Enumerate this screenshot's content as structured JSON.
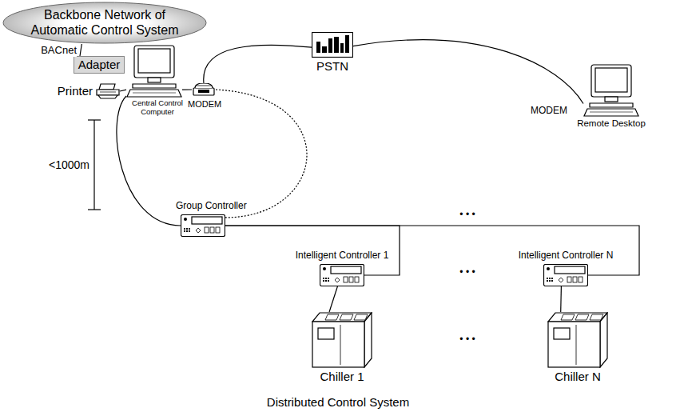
{
  "diagram": {
    "caption": "Distributed Control System",
    "nodes": [
      {
        "text": [
          "Backbone Network of Automatic Control System"
        ]
      },
      {
        "text": [
          "Adapter"
        ]
      },
      {
        "text": [
          "Central Control Computer"
        ]
      },
      {
        "text": [
          "MODEM"
        ]
      },
      {
        "text": [
          "PSTN"
        ]
      },
      {
        "text": [
          "Remote Desktop"
        ]
      },
      {
        "text": [
          "Printer"
        ]
      },
      {
        "text": [
          "Group Controller"
        ]
      },
      {
        "text": [
          "Intelligent Controller 1"
        ]
      },
      {
        "text": [
          "Intelligent Controller N"
        ]
      },
      {
        "text": [
          "Chiller 1"
        ]
      },
      {
        "text": [
          "Chiller N"
        ]
      }
    ],
    "edges": [
      {
        "from": 0,
        "to": 1,
        "arrow": "none",
        "label": "BACnet"
      },
      {
        "from": 6,
        "to": 2,
        "arrow": "none"
      },
      {
        "from": 2,
        "to": 3,
        "arrow": "none"
      },
      {
        "from": 3,
        "to": 4,
        "arrow": "none"
      },
      {
        "from": 4,
        "to": 5,
        "arrow": "none"
      },
      {
        "from": 2,
        "to": 7,
        "arrow": "none"
      },
      {
        "from": 3,
        "to": 7,
        "arrow": "none"
      },
      {
        "from": 7,
        "to": 8,
        "arrow": "none"
      },
      {
        "from": 7,
        "to": 9,
        "arrow": "none"
      },
      {
        "from": 8,
        "to": 10,
        "arrow": "none"
      },
      {
        "from": 9,
        "to": 11,
        "arrow": "none"
      }
    ],
    "labels": [
      "MODEM",
      "<1000m",
      "• • •",
      "• • •",
      "• • •"
    ]
  }
}
